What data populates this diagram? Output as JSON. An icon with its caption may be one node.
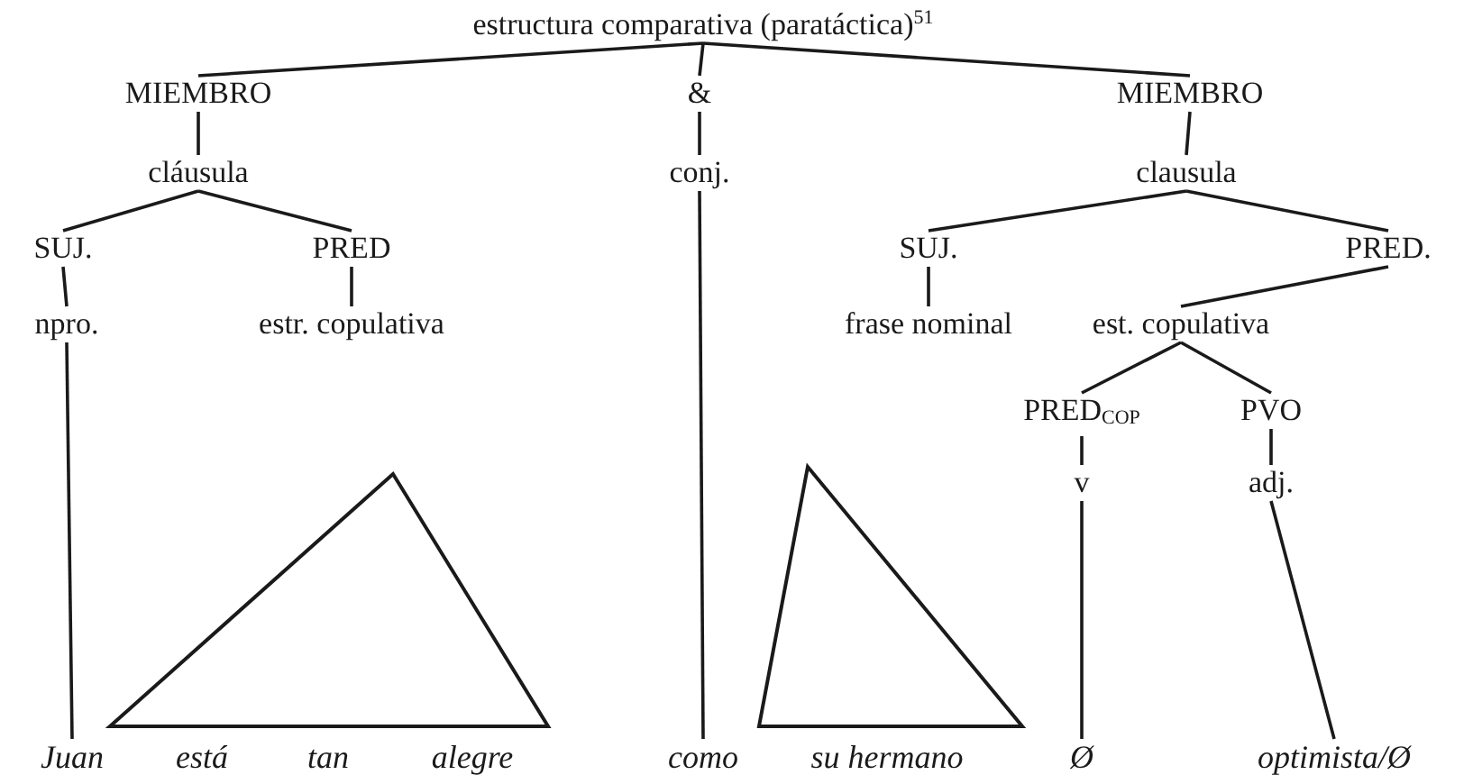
{
  "diagram": {
    "nodes": [
      {
        "text": [
          "estructura comparativa (paratáctica)$^{51}$"
        ]
      },
      {
        "text": [
          "MIEMBRO"
        ]
      },
      {
        "text": [
          "&"
        ]
      },
      {
        "text": [
          "MIEMBRO"
        ]
      },
      {
        "text": [
          "cláusula"
        ]
      },
      {
        "text": [
          "conj."
        ]
      },
      {
        "text": [
          "clausula"
        ]
      },
      {
        "text": [
          "SUJ."
        ]
      },
      {
        "text": [
          "PRED"
        ]
      },
      {
        "text": [
          "SUJ."
        ]
      },
      {
        "text": [
          "PRED."
        ]
      },
      {
        "text": [
          "npro."
        ]
      },
      {
        "text": [
          "estr. copulativa"
        ]
      },
      {
        "text": [
          "frase nominal"
        ]
      },
      {
        "text": [
          "est. copulativa"
        ]
      },
      {
        "text": [
          "PRED$_{COP}$"
        ]
      },
      {
        "text": [
          "PVO"
        ]
      },
      {
        "text": [
          "v"
        ]
      },
      {
        "text": [
          "adj."
        ]
      },
      {
        "text": [],
        "shape": "triangle"
      },
      {
        "text": [],
        "shape": "triangle"
      },
      {
        "text": [
          "Juan"
        ]
      },
      {
        "text": [
          "está"
        ]
      },
      {
        "text": [
          "tan"
        ]
      },
      {
        "text": [
          "alegre"
        ]
      },
      {
        "text": [
          "como"
        ]
      },
      {
        "text": [
          "su hermano"
        ]
      },
      {
        "text": [
          "Ø"
        ]
      },
      {
        "text": [
          "optimista/Ø"
        ]
      }
    ],
    "edges": [
      {
        "from": 0,
        "to": 1,
        "arrow": "none"
      },
      {
        "from": 0,
        "to": 2,
        "arrow": "none"
      },
      {
        "from": 0,
        "to": 3,
        "arrow": "none"
      },
      {
        "from": 1,
        "to": 4,
        "arrow": "none"
      },
      {
        "from": 2,
        "to": 5,
        "arrow": "none"
      },
      {
        "from": 3,
        "to": 6,
        "arrow": "none"
      },
      {
        "from": 4,
        "to": 7,
        "arrow": "none"
      },
      {
        "from": 4,
        "to": 8,
        "arrow": "none"
      },
      {
        "from": 6,
        "to": 9,
        "arrow": "none"
      },
      {
        "from": 6,
        "to": 10,
        "arrow": "none"
      },
      {
        "from": 7,
        "to": 11,
        "arrow": "none"
      },
      {
        "from": 8,
        "to": 12,
        "arrow": "none"
      },
      {
        "from": 9,
        "to": 13,
        "arrow": "none"
      },
      {
        "from": 10,
        "to": 14,
        "arrow": "none"
      },
      {
        "from": 14,
        "to": 15,
        "arrow": "none"
      },
      {
        "from": 14,
        "to": 16,
        "arrow": "none"
      },
      {
        "from": 15,
        "to": 17,
        "arrow": "none"
      },
      {
        "from": 16,
        "to": 18,
        "arrow": "none"
      },
      {
        "from": 11,
        "to": 21,
        "arrow": "none"
      },
      {
        "from": 5,
        "to": 25,
        "arrow": "none"
      },
      {
        "from": 17,
        "to": 27,
        "arrow": "none"
      },
      {
        "from": 18,
        "to": 28,
        "arrow": "none"
      }
    ]
  }
}
